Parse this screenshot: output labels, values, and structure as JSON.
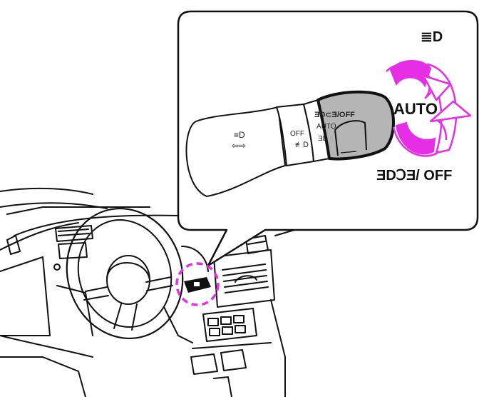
{
  "colors": {
    "accent": "#e62ee6",
    "line": "#111111",
    "knob_fill": "#b5b5b5",
    "background": "#ffffff"
  },
  "callout": {
    "mode_labels": {
      "headlight_symbol": "≣D",
      "auto": "AUTO",
      "off": "ƎDↃƎ/ OFF"
    },
    "lever_markings": {
      "ring_off": "ƎD⊂Ǝ/OFF",
      "ring_auto": "AUTO",
      "ring_low": "ƎD",
      "band_off": "OFF",
      "band_fog": "≢D",
      "grip_beam": "≡D",
      "grip_turn": "⇦⇨"
    }
  },
  "icons": [
    "headlight-icon",
    "rotation-arrows-icon"
  ]
}
